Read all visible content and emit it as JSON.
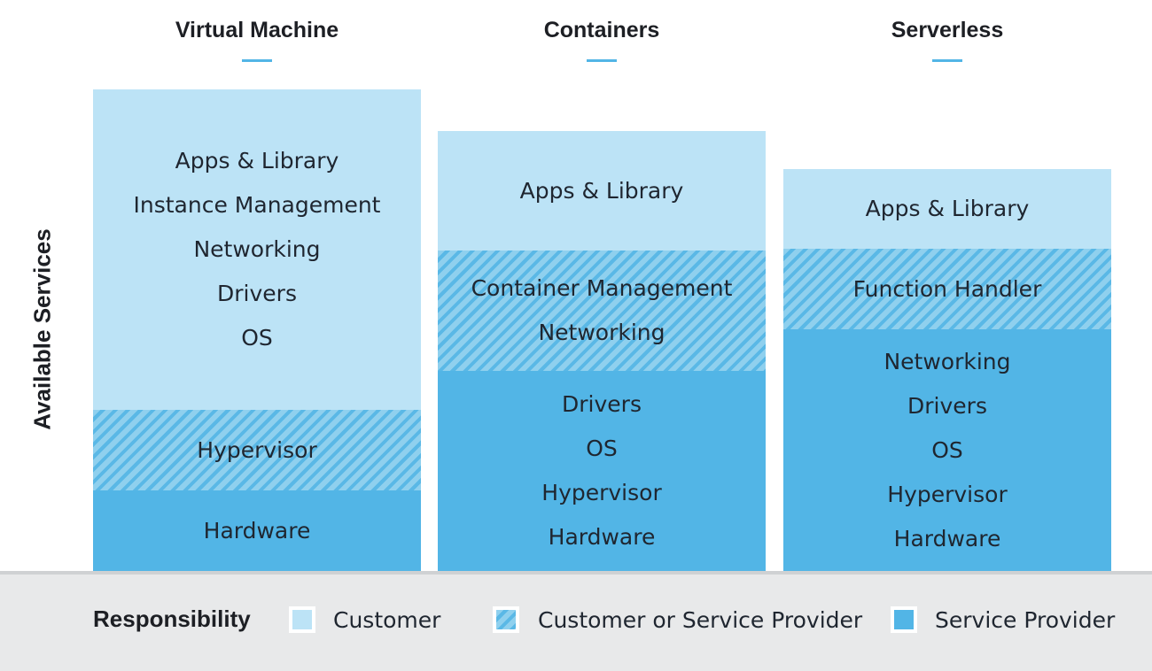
{
  "axis_label": "Available Services",
  "colors": {
    "customer": "#bce3f6",
    "shared_light": "#8fd0ee",
    "shared_dark": "#5ab8e6",
    "provider": "#52b5e6",
    "accent_underline": "#52b5e6",
    "legend_background": "#e8e9ea"
  },
  "columns": [
    {
      "title": "Virtual Machine",
      "bands": [
        {
          "type": "customer",
          "items": [
            "Apps & Library",
            "Instance Management",
            "Networking",
            "Drivers",
            "OS"
          ]
        },
        {
          "type": "shared",
          "items": [
            "Hypervisor"
          ]
        },
        {
          "type": "provider",
          "items": [
            "Hardware"
          ]
        }
      ]
    },
    {
      "title": "Containers",
      "bands": [
        {
          "type": "customer",
          "items": [
            "Apps & Library"
          ]
        },
        {
          "type": "shared",
          "items": [
            "Container Management",
            "Networking"
          ]
        },
        {
          "type": "provider",
          "items": [
            "Drivers",
            "OS",
            "Hypervisor",
            "Hardware"
          ]
        }
      ]
    },
    {
      "title": "Serverless",
      "bands": [
        {
          "type": "customer",
          "items": [
            "Apps & Library"
          ]
        },
        {
          "type": "shared",
          "items": [
            "Function Handler"
          ]
        },
        {
          "type": "provider",
          "items": [
            "Networking",
            "Drivers",
            "OS",
            "Hypervisor",
            "Hardware"
          ]
        }
      ]
    }
  ],
  "legend": {
    "title": "Responsibility",
    "items": [
      {
        "type": "customer",
        "label": "Customer"
      },
      {
        "type": "shared",
        "label": "Customer or Service Provider"
      },
      {
        "type": "provider",
        "label": "Service Provider"
      }
    ]
  }
}
